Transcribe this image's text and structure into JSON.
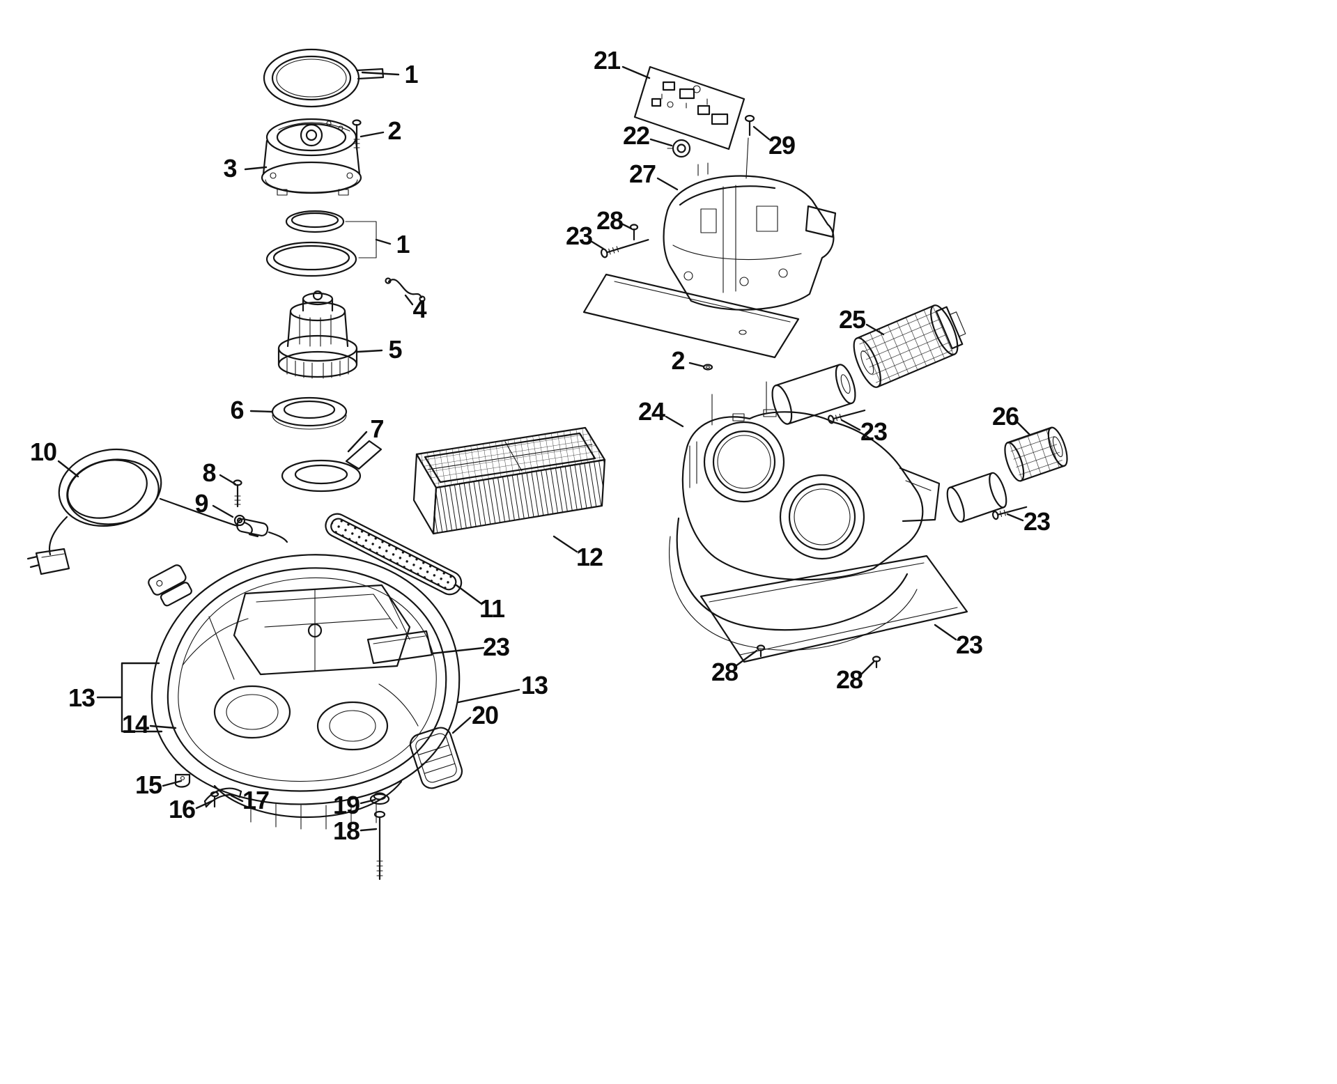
{
  "meta": {
    "background_color": "#ffffff",
    "ink_color": "#141414"
  },
  "callouts": [
    {
      "label": "1"
    },
    {
      "label": "2"
    },
    {
      "label": "3"
    },
    {
      "label": "1"
    },
    {
      "label": "4"
    },
    {
      "label": "5"
    },
    {
      "label": "6"
    },
    {
      "label": "7"
    },
    {
      "label": "8"
    },
    {
      "label": "9"
    },
    {
      "label": "10"
    },
    {
      "label": "11"
    },
    {
      "label": "12"
    },
    {
      "label": "13"
    },
    {
      "label": "14"
    },
    {
      "label": "23"
    },
    {
      "label": "13"
    },
    {
      "label": "20"
    },
    {
      "label": "15"
    },
    {
      "label": "16"
    },
    {
      "label": "17"
    },
    {
      "label": "19"
    },
    {
      "label": "18"
    },
    {
      "label": "21"
    },
    {
      "label": "22"
    },
    {
      "label": "27"
    },
    {
      "label": "28"
    },
    {
      "label": "23"
    },
    {
      "label": "29"
    },
    {
      "label": "25"
    },
    {
      "label": "2"
    },
    {
      "label": "24"
    },
    {
      "label": "23"
    },
    {
      "label": "26"
    },
    {
      "label": "23"
    },
    {
      "label": "23"
    },
    {
      "label": "28"
    },
    {
      "label": "28"
    }
  ]
}
